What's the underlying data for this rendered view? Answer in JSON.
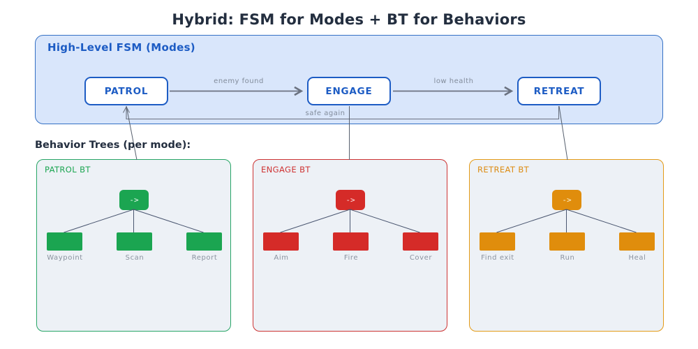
{
  "title": "Hybrid: FSM for Modes + BT for Behaviors",
  "fsm": {
    "title": "High-Level FSM (Modes)",
    "states": [
      {
        "id": "patrol",
        "label": "PATROL"
      },
      {
        "id": "engage",
        "label": "ENGAGE"
      },
      {
        "id": "retreat",
        "label": "RETREAT"
      }
    ],
    "transitions": [
      {
        "from": "PATROL",
        "to": "ENGAGE",
        "label": "enemy found"
      },
      {
        "from": "ENGAGE",
        "to": "RETREAT",
        "label": "low health"
      },
      {
        "from": "RETREAT",
        "to": "PATROL",
        "label": "safe again"
      }
    ]
  },
  "bt_section": {
    "heading": "Behavior Trees (per mode):",
    "panels": [
      {
        "title": "PATROL BT",
        "mode": "PATROL",
        "root": "->",
        "leaves": [
          "Waypoint",
          "Scan",
          "Report"
        ],
        "accent": "#1ba551"
      },
      {
        "title": "ENGAGE BT",
        "mode": "ENGAGE",
        "root": "->",
        "leaves": [
          "Aim",
          "Fire",
          "Cover"
        ],
        "accent": "#d52b28"
      },
      {
        "title": "RETREAT BT",
        "mode": "RETREAT",
        "root": "->",
        "leaves": [
          "Find exit",
          "Run",
          "Heal"
        ],
        "accent": "#e08d0c"
      }
    ]
  },
  "colors": {
    "fsm_panel_bg": "#d9e6fb",
    "fsm_panel_border": "#3470c4",
    "fsm_accent_blue": "#1d5cc4",
    "arrow_gray": "#6b7280",
    "edge_label_gray": "#828c9b",
    "bt_panel_bg": "#edf1f6",
    "patrol_green": "#1ba551",
    "engage_red": "#d52b28",
    "retreat_orange": "#e08d0c",
    "leaf_label_gray": "#8b93a0",
    "heading_dark": "#232e3f"
  }
}
